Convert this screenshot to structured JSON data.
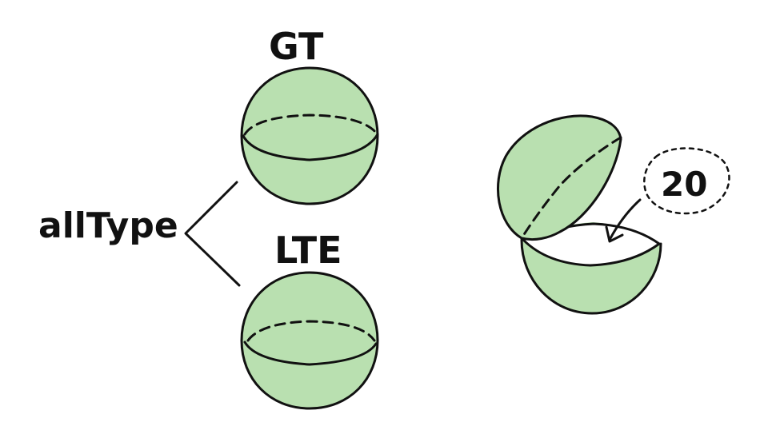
{
  "root_label": "allType",
  "branches": [
    {
      "label": "GT"
    },
    {
      "label": "LTE"
    }
  ],
  "open_sphere": {
    "value_label": "20"
  },
  "colors": {
    "sphere_fill": "#b9e0b0",
    "ink": "#111111",
    "background": "#ffffff"
  }
}
